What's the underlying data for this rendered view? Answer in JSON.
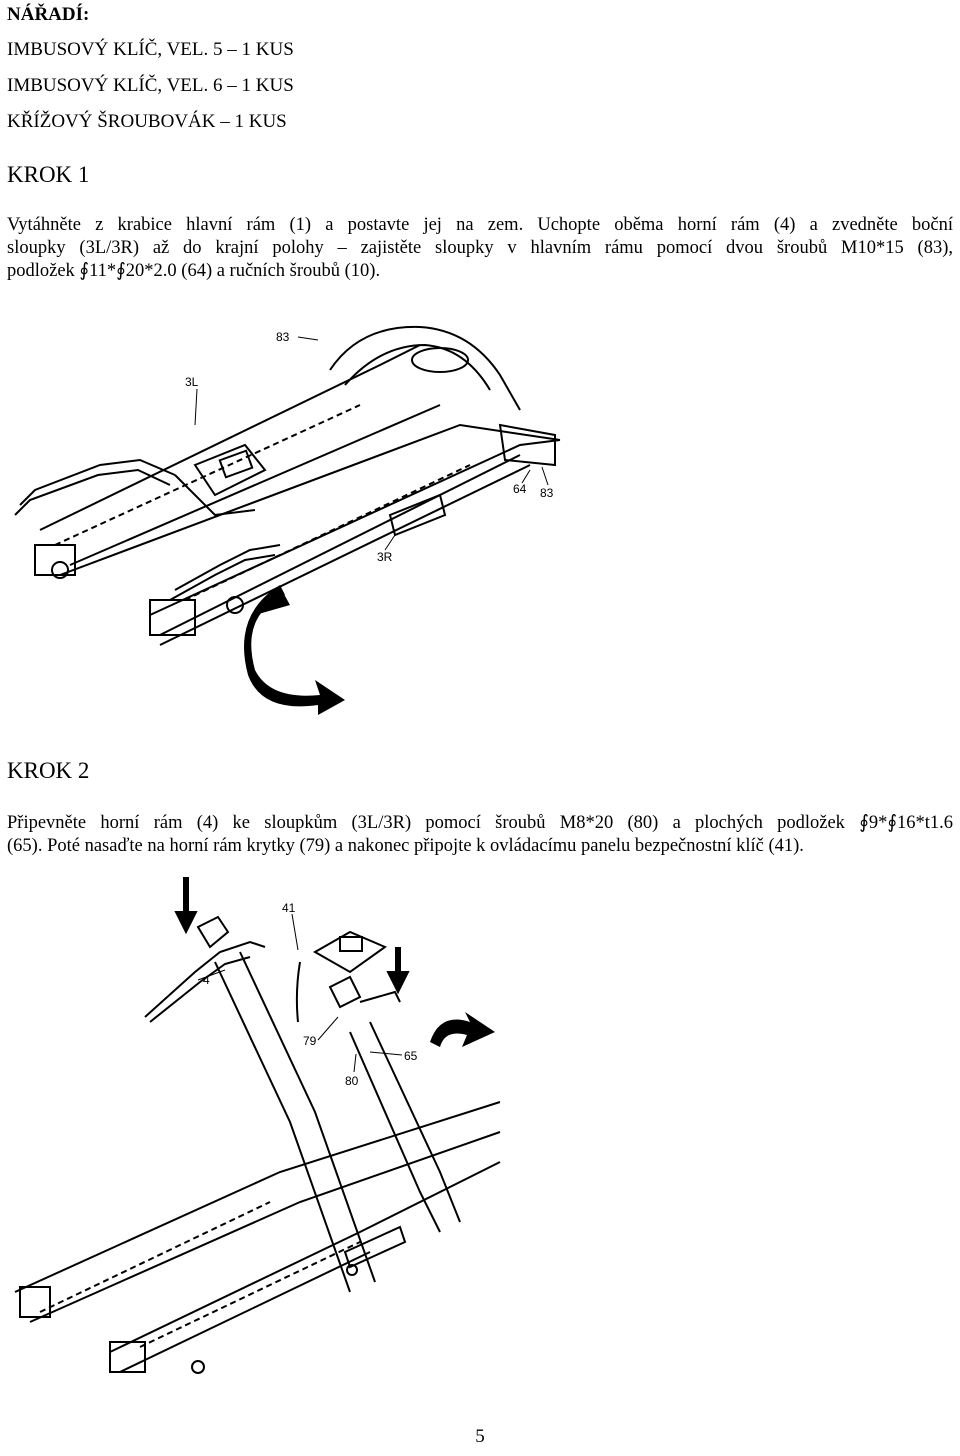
{
  "tools": {
    "title": "NÁŘADÍ:",
    "items": [
      "IMBUSOVÝ KLÍČ, VEL. 5 – 1 KUS",
      "IMBUSOVÝ KLÍČ, VEL. 6 – 1 KUS",
      "KŘÍŽOVÝ ŠROUBOVÁK – 1 KUS"
    ]
  },
  "step1": {
    "heading": "KROK 1",
    "lines": [
      "Vytáhněte z krabice hlavní rám (1) a postavte jej na zem. Uchopte oběma horní rám (4) a zvedněte boční",
      "sloupky (3L/3R) až do krajní polohy – zajistěte sloupky v hlavním rámu pomocí dvou šroubů M10*15 (83),",
      "podložek ∮11*∮20*2.0 (64) a ručních šroubů (10)."
    ],
    "figure_labels": {
      "l83a": "83",
      "l3l": "3L",
      "l64": "64",
      "l83b": "83",
      "l3r": "3R"
    }
  },
  "step2": {
    "heading": "KROK 2",
    "lines": [
      "Připevněte horní rám (4) ke sloupkům (3L/3R) pomocí šroubů M8*20 (80) a plochých podložek ∮9*∮16*t1.6",
      "(65). Poté nasaďte na horní rám krytky (79) a nakonec připojte k ovládacímu panelu bezpečnostní klíč (41)."
    ],
    "figure_labels": {
      "l41": "41",
      "l4": "4",
      "l79": "79",
      "l65": "65",
      "l80": "80"
    }
  },
  "page_number": "5"
}
